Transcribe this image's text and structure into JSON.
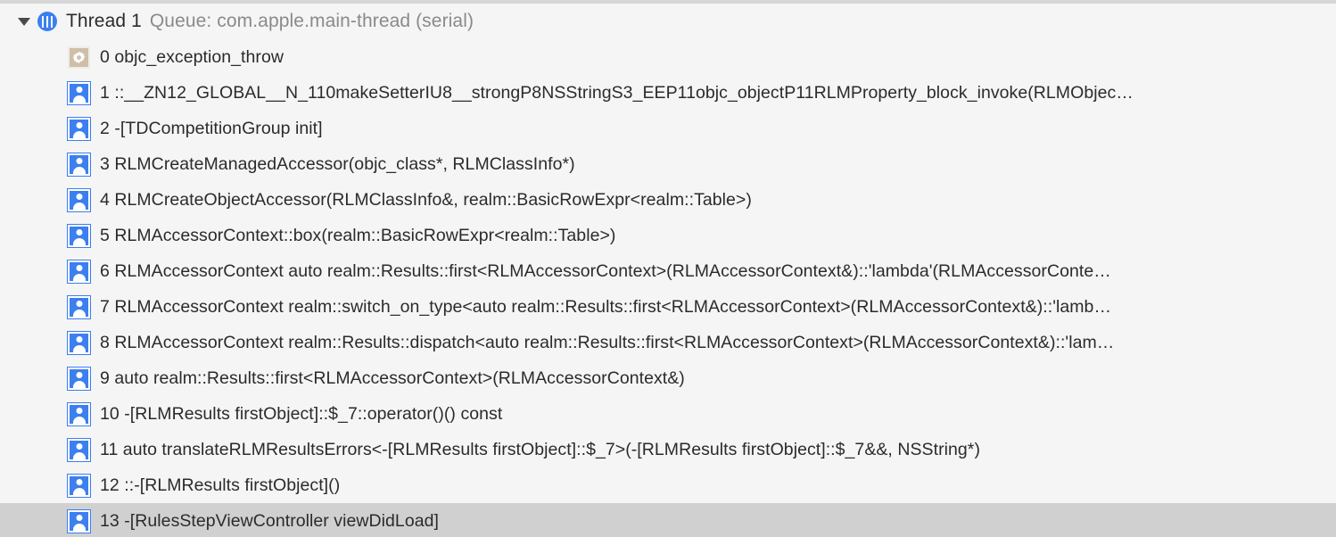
{
  "thread": {
    "disclosure_icon": "triangle-down-icon",
    "icon": "thread-running-icon",
    "title": "Thread 1",
    "queue": "Queue: com.apple.main-thread (serial)"
  },
  "colors": {
    "background": "#f5f5f5",
    "selected_row": "#d0d0d0",
    "user_icon": "#3b7ff0",
    "gear_icon": "#cdbfa8",
    "text": "#2b2b2b",
    "muted_text": "#8a8a8a"
  },
  "frames": [
    {
      "icon": "gear-icon",
      "text": "0 objc_exception_throw",
      "selected": false
    },
    {
      "icon": "user-icon",
      "text": "1 ::__ZN12_GLOBAL__N_110makeSetterIU8__strongP8NSStringS3_EEP11objc_objectP11RLMProperty_block_invoke(RLMObjec…",
      "selected": false
    },
    {
      "icon": "user-icon",
      "text": "2 -[TDCompetitionGroup init]",
      "selected": false
    },
    {
      "icon": "user-icon",
      "text": "3 RLMCreateManagedAccessor(objc_class*, RLMClassInfo*)",
      "selected": false
    },
    {
      "icon": "user-icon",
      "text": "4 RLMCreateObjectAccessor(RLMClassInfo&, realm::BasicRowExpr<realm::Table>)",
      "selected": false
    },
    {
      "icon": "user-icon",
      "text": "5 RLMAccessorContext::box(realm::BasicRowExpr<realm::Table>)",
      "selected": false
    },
    {
      "icon": "user-icon",
      "text": "6 RLMAccessorContext auto realm::Results::first<RLMAccessorContext>(RLMAccessorContext&)::'lambda'(RLMAccessorConte…",
      "selected": false
    },
    {
      "icon": "user-icon",
      "text": "7 RLMAccessorContext realm::switch_on_type<auto realm::Results::first<RLMAccessorContext>(RLMAccessorContext&)::'lamb…",
      "selected": false
    },
    {
      "icon": "user-icon",
      "text": "8 RLMAccessorContext realm::Results::dispatch<auto realm::Results::first<RLMAccessorContext>(RLMAccessorContext&)::'lam…",
      "selected": false
    },
    {
      "icon": "user-icon",
      "text": "9 auto realm::Results::first<RLMAccessorContext>(RLMAccessorContext&)",
      "selected": false
    },
    {
      "icon": "user-icon",
      "text": "10 -[RLMResults firstObject]::$_7::operator()() const",
      "selected": false
    },
    {
      "icon": "user-icon",
      "text": "11 auto translateRLMResultsErrors<-[RLMResults firstObject]::$_7>(-[RLMResults firstObject]::$_7&&, NSString*)",
      "selected": false
    },
    {
      "icon": "user-icon",
      "text": "12 ::-[RLMResults firstObject]()",
      "selected": false
    },
    {
      "icon": "user-icon",
      "text": "13 -[RulesStepViewController viewDidLoad]",
      "selected": true
    }
  ]
}
